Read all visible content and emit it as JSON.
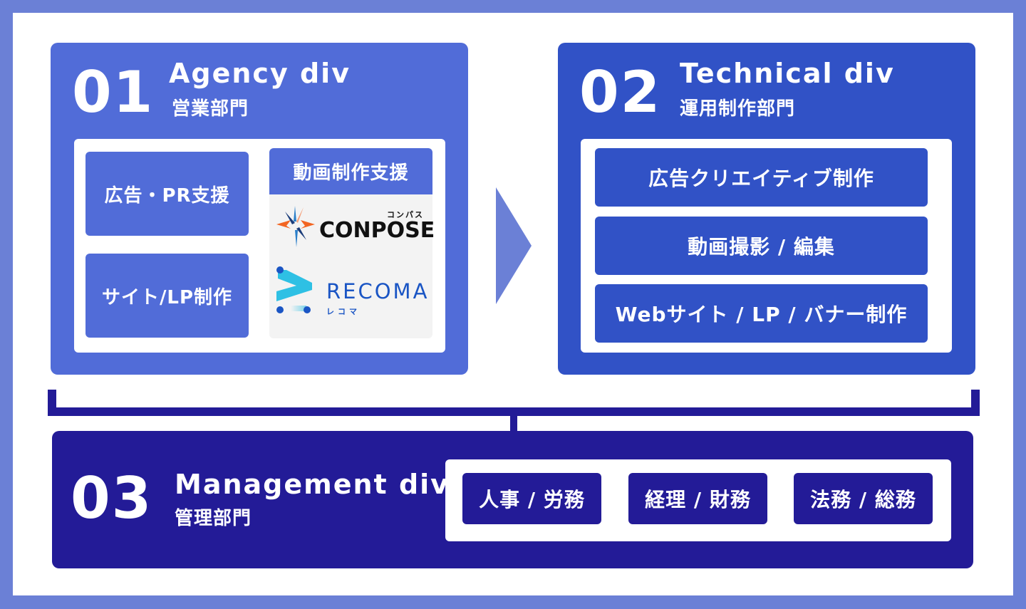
{
  "colors": {
    "outer_frame": "#6b80d6",
    "agency": "#516cd8",
    "technical": "#3152c6",
    "management": "#231b97",
    "arrow": "#6b80d6",
    "conpose_orange": "#f26522",
    "recoma_blue": "#1a55c4",
    "recoma_cyan": "#2ec0e4"
  },
  "divisions": [
    {
      "number": "01",
      "title_en": "Agency div",
      "title_ja": "営業部門",
      "services": [
        "広告・PR支援",
        "サイト/LP制作"
      ],
      "video_support": {
        "label": "動画制作支援",
        "logos": [
          {
            "name": "CONPOSE",
            "kana": "コンパス",
            "icon": "compass-star-icon"
          },
          {
            "name": "RECOMA",
            "kana": "レコマ",
            "icon": "chevron-dots-icon"
          }
        ]
      }
    },
    {
      "number": "02",
      "title_en": "Technical div",
      "title_ja": "運用制作部門",
      "services": [
        "広告クリエイティブ制作",
        "動画撮影 / 編集",
        "Webサイト / LP / バナー制作"
      ]
    },
    {
      "number": "03",
      "title_en": "Management div",
      "title_ja": "管理部門",
      "services": [
        "人事 / 労務",
        "経理 / 財務",
        "法務 / 総務"
      ]
    }
  ],
  "connectors": {
    "arrow": "right-arrow",
    "bracket": "tree-connector"
  }
}
